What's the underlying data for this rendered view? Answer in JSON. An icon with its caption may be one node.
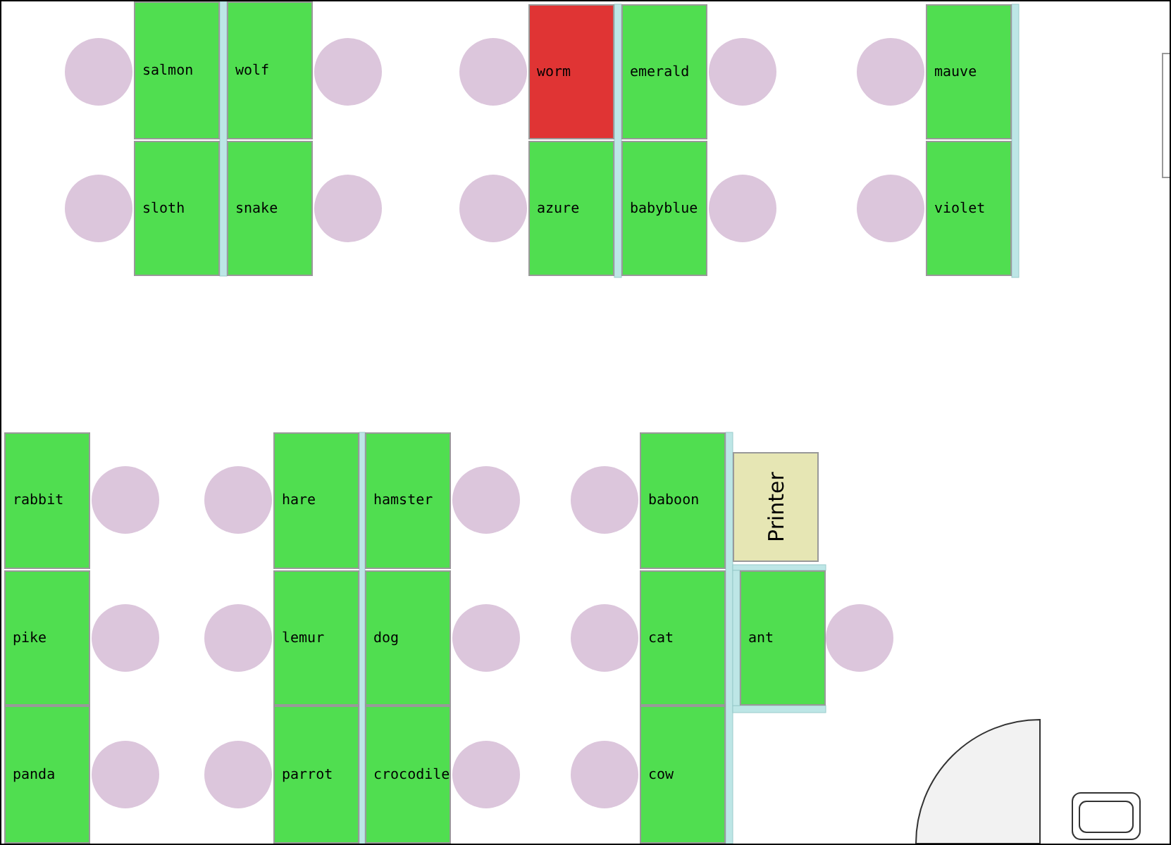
{
  "diagram": {
    "nodes": [
      {
        "text": [
          "salmon"
        ]
      },
      {
        "text": [
          "wolf"
        ]
      },
      {
        "text": [
          "worm"
        ]
      },
      {
        "text": [
          "emerald"
        ]
      },
      {
        "text": [
          "mauve"
        ]
      },
      {
        "text": [
          "sloth"
        ]
      },
      {
        "text": [
          "snake"
        ]
      },
      {
        "text": [
          "azure"
        ]
      },
      {
        "text": [
          "babyblue"
        ]
      },
      {
        "text": [
          "violet"
        ]
      },
      {
        "text": [
          "rabbit"
        ]
      },
      {
        "text": [
          "hare"
        ]
      },
      {
        "text": [
          "hamster"
        ]
      },
      {
        "text": [
          "baboon"
        ]
      },
      {
        "text": [
          "Printer"
        ]
      },
      {
        "text": [
          "pike"
        ]
      },
      {
        "text": [
          "lemur"
        ]
      },
      {
        "text": [
          "dog"
        ]
      },
      {
        "text": [
          "cat"
        ]
      },
      {
        "text": [
          "ant"
        ]
      },
      {
        "text": [
          "panda"
        ]
      },
      {
        "text": [
          "parrot"
        ]
      },
      {
        "text": [
          "crocodile"
        ]
      },
      {
        "text": [
          "cow"
        ]
      },
      {
        "text": [],
        "shape": "door"
      },
      {
        "text": [],
        "shape": "sink"
      }
    ],
    "edges": []
  }
}
